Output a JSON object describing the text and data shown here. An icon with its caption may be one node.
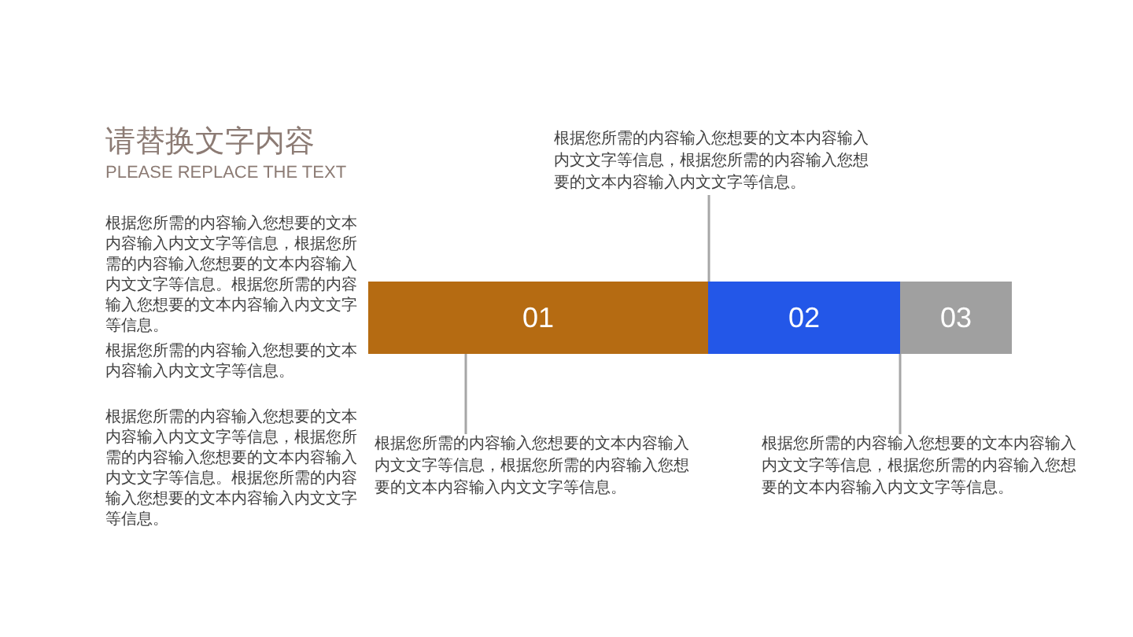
{
  "diagram": {
    "title": "请替换文字内容",
    "nodes": [
      {
        "text": [
          "根据您所需的内容输入您想要的文本内容输入内文文字等信息，根据您所需的内容输入您想要的文本内容输入内文文字等信息。"
        ]
      },
      {
        "text": [
          "01"
        ]
      },
      {
        "text": [
          "02"
        ]
      },
      {
        "text": [
          "03"
        ]
      },
      {
        "text": [
          "根据您所需的内容输入您想要的文本内容输入内文文字等信息，根据您所需的内容输入您想要的文本内容输入内文文字等信息。"
        ]
      },
      {
        "text": [
          "根据您所需的内容输入您想要的文本内容输入内文文字等信息，根据您所需的内容输入您想要的文本内容输入内文文字等信息。"
        ]
      }
    ],
    "edges": [
      {
        "from": 0,
        "to": 2,
        "arrow": "none"
      },
      {
        "from": 4,
        "to": 1,
        "arrow": "none"
      },
      {
        "from": 5,
        "to": 3,
        "arrow": "none"
      }
    ],
    "labels": [
      "PLEASE REPLACE THE TEXT",
      "根据您所需的内容输入您想要的文本内容输入内文文字等信息，根据您所需的内容输入您想要的文本内容输入内文文字等信息。根据您所需的内容输入您想要的文本内容输入内文文字等信息。",
      "根据您所需的内容输入您想要的文本内容输入内文文字等信息。",
      "根据您所需的内容输入您想要的文本内容输入内文文字等信息，根据您所需的内容输入您想要的文本内容输入内文文字等信息。根据您所需的内容输入您想要的文本内容输入内文文字等信息。"
    ]
  }
}
